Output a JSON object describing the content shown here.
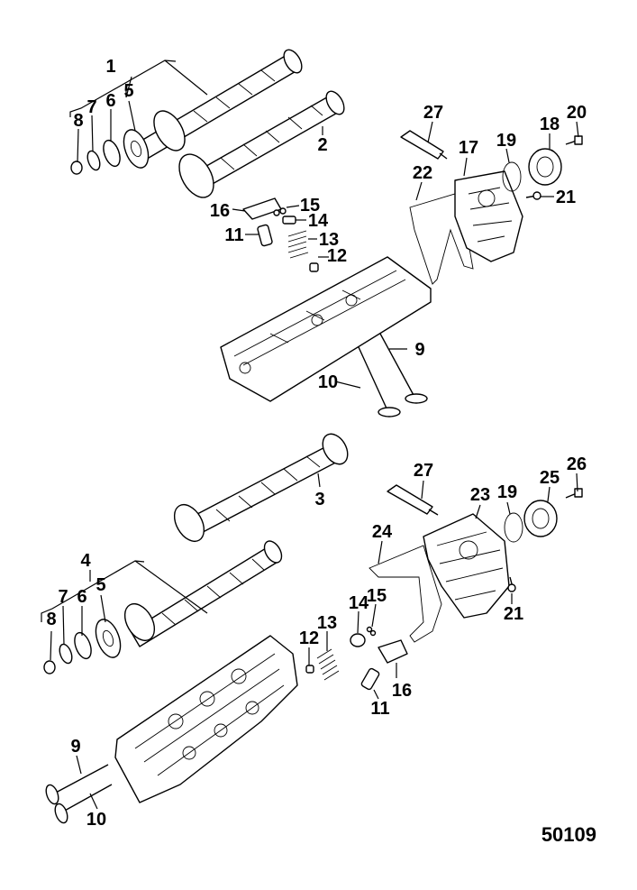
{
  "drawing_number": "50109",
  "callouts": [
    {
      "id": "c1",
      "text": "1"
    },
    {
      "id": "c2",
      "text": "2"
    },
    {
      "id": "c5a",
      "text": "5"
    },
    {
      "id": "c6a",
      "text": "6"
    },
    {
      "id": "c7a",
      "text": "7"
    },
    {
      "id": "c8a",
      "text": "8"
    },
    {
      "id": "c27a",
      "text": "27"
    },
    {
      "id": "c17",
      "text": "17"
    },
    {
      "id": "c19a",
      "text": "19"
    },
    {
      "id": "c18",
      "text": "18"
    },
    {
      "id": "c20",
      "text": "20"
    },
    {
      "id": "c21a",
      "text": "21"
    },
    {
      "id": "c22",
      "text": "22"
    },
    {
      "id": "c16a",
      "text": "16"
    },
    {
      "id": "c15a",
      "text": "15"
    },
    {
      "id": "c14a",
      "text": "14"
    },
    {
      "id": "c11a",
      "text": "11"
    },
    {
      "id": "c13a",
      "text": "13"
    },
    {
      "id": "c12a",
      "text": "12"
    },
    {
      "id": "c9a",
      "text": "9"
    },
    {
      "id": "c10a",
      "text": "10"
    },
    {
      "id": "c3",
      "text": "3"
    },
    {
      "id": "c27b",
      "text": "27"
    },
    {
      "id": "c26",
      "text": "26"
    },
    {
      "id": "c23",
      "text": "23"
    },
    {
      "id": "c19b",
      "text": "19"
    },
    {
      "id": "c25",
      "text": "25"
    },
    {
      "id": "c24",
      "text": "24"
    },
    {
      "id": "c4",
      "text": "4"
    },
    {
      "id": "c5b",
      "text": "5"
    },
    {
      "id": "c6b",
      "text": "6"
    },
    {
      "id": "c7b",
      "text": "7"
    },
    {
      "id": "c8b",
      "text": "8"
    },
    {
      "id": "c14b",
      "text": "14"
    },
    {
      "id": "c15b",
      "text": "15"
    },
    {
      "id": "c13b",
      "text": "13"
    },
    {
      "id": "c12b",
      "text": "12"
    },
    {
      "id": "c21b",
      "text": "21"
    },
    {
      "id": "c16b",
      "text": "16"
    },
    {
      "id": "c11b",
      "text": "11"
    },
    {
      "id": "c9b",
      "text": "9"
    },
    {
      "id": "c10b",
      "text": "10"
    }
  ]
}
